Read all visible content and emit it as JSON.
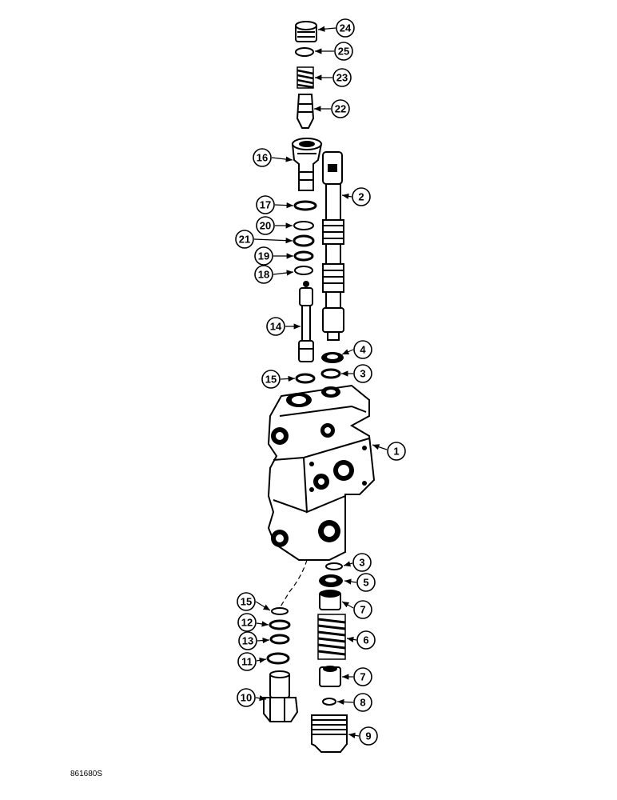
{
  "diagram": {
    "reference": "861680S",
    "callouts": [
      "24",
      "25",
      "23",
      "22",
      "16",
      "2",
      "17",
      "20",
      "21",
      "19",
      "18",
      "14",
      "4",
      "15",
      "3",
      "1",
      "3",
      "5",
      "15",
      "7",
      "12",
      "6",
      "13",
      "11",
      "7",
      "10",
      "8",
      "9"
    ]
  }
}
